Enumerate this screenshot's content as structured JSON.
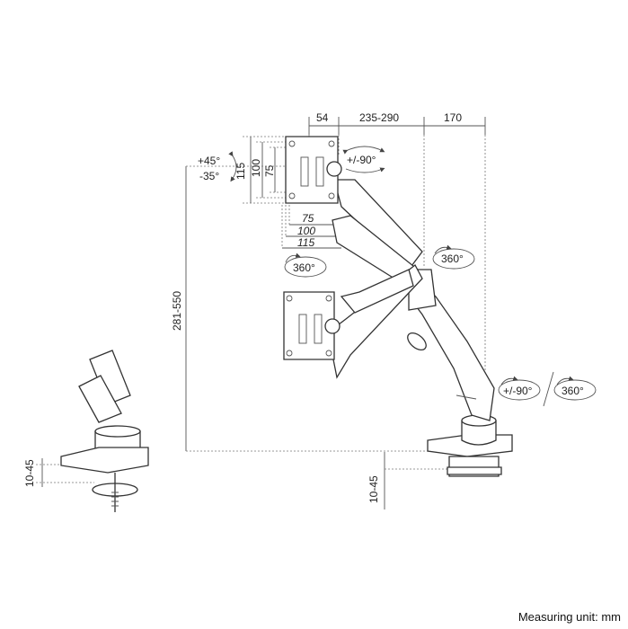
{
  "dimensions": {
    "offset_54": "54",
    "reach_235_290": "235-290",
    "reach_170": "170",
    "vesa_115_v": "115",
    "vesa_100_v": "100",
    "vesa_75_v": "75",
    "vesa_75_h": "75",
    "vesa_100_h": "100",
    "vesa_115_h": "115",
    "height_281_550": "281-550",
    "desk_10_45_left": "10-45",
    "desk_10_45_right": "10-45"
  },
  "motions": {
    "tilt_up": "+45°",
    "tilt_down": "-35°",
    "rotate_top": "+/-90°",
    "swivel_head": "360°",
    "swivel_elbow": "360°",
    "rotate_base": "+/-90°",
    "swivel_base": "360°"
  },
  "footer": {
    "measuring_unit": "Measuring unit: mm"
  }
}
